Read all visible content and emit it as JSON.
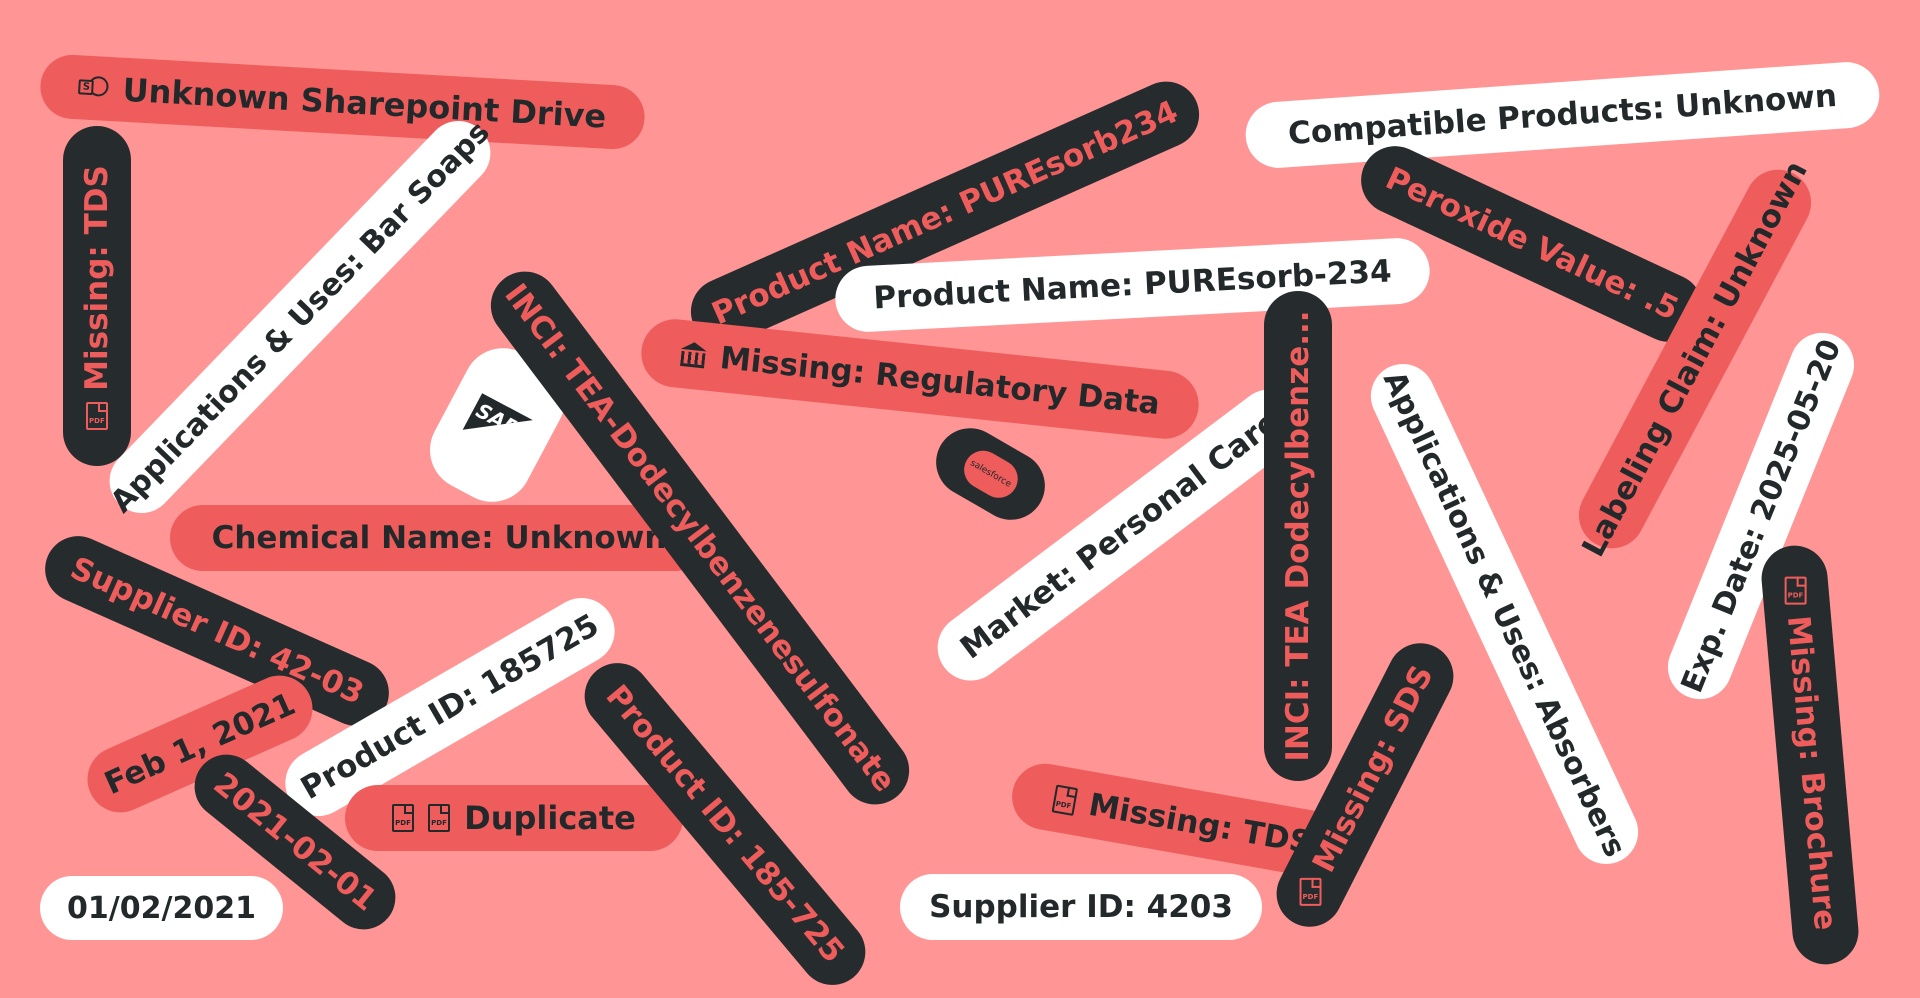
{
  "tags": [
    {
      "id": "unknown-sharepoint",
      "label": "Unknown Sharepoint Drive",
      "icons": [
        "sharepoint-icon"
      ]
    },
    {
      "id": "missing-tds-1",
      "label": "Missing: TDS",
      "icons": [
        "pdf-icon"
      ]
    },
    {
      "id": "apps-bar-soaps",
      "label": "Applications & Uses: Bar Soaps",
      "icons": []
    },
    {
      "id": "chemical-name",
      "label": "Chemical Name: Unknown",
      "icons": []
    },
    {
      "id": "supplier-id-1",
      "label": "Supplier ID: 42-03",
      "icons": []
    },
    {
      "id": "feb-date",
      "label": "Feb 1, 2021",
      "icons": []
    },
    {
      "id": "product-id-1",
      "label": "Product ID: 185725",
      "icons": []
    },
    {
      "id": "iso-date",
      "label": "2021-02-01",
      "icons": []
    },
    {
      "id": "duplicate",
      "label": "Duplicate",
      "icons": [
        "pdf-icon",
        "pdf-icon"
      ]
    },
    {
      "id": "us-date",
      "label": "01/02/2021",
      "icons": []
    },
    {
      "id": "inci-long",
      "label": "INCI: TEA-Dodecylbenzenesulfonate",
      "icons": []
    },
    {
      "id": "product-id-2",
      "label": "Product ID: 185-725",
      "icons": []
    },
    {
      "id": "product-name-1",
      "label": "Product Name: PUREsorb234",
      "icons": []
    },
    {
      "id": "product-name-2",
      "label": "Product Name: PUREsorb-234",
      "icons": []
    },
    {
      "id": "missing-regulatory",
      "label": "Missing: Regulatory Data",
      "icons": [
        "bank-icon"
      ]
    },
    {
      "id": "market",
      "label": "Market: Personal Care",
      "icons": []
    },
    {
      "id": "missing-tds-2",
      "label": "Missing: TDS",
      "icons": [
        "pdf-icon"
      ]
    },
    {
      "id": "supplier-id-2",
      "label": "Supplier ID: 4203",
      "icons": []
    },
    {
      "id": "compatible",
      "label": "Compatible Products: Unknown",
      "icons": []
    },
    {
      "id": "peroxide",
      "label": "Peroxide Value: .5",
      "icons": []
    },
    {
      "id": "inci-short",
      "label": "INCI: TEA Dodecylbenze...",
      "icons": []
    },
    {
      "id": "apps-absorbers",
      "label": "Applications & Uses: Absorbers",
      "icons": []
    },
    {
      "id": "missing-sds",
      "label": "Missing: SDS",
      "icons": [
        "pdf-icon"
      ]
    },
    {
      "id": "labeling-claim",
      "label": "Labeling Claim: Unknown",
      "icons": []
    },
    {
      "id": "exp-date",
      "label": "Exp. Date: 2025-05-20",
      "icons": []
    },
    {
      "id": "missing-brochure",
      "label": "Missing: Brochure",
      "icons": [
        "pdf-icon"
      ]
    }
  ],
  "logos": [
    {
      "id": "sap",
      "text": "SAP"
    },
    {
      "id": "salesforce",
      "text": "salesforce"
    }
  ],
  "icon_text": {
    "pdf": "PDF",
    "sharepoint": "S"
  },
  "colors": {
    "background": "#ff9595",
    "red_pill": "#ef5c5c",
    "dark_pill": "#262c2e",
    "white_pill": "#ffffff",
    "dark_text": "#23292b"
  }
}
